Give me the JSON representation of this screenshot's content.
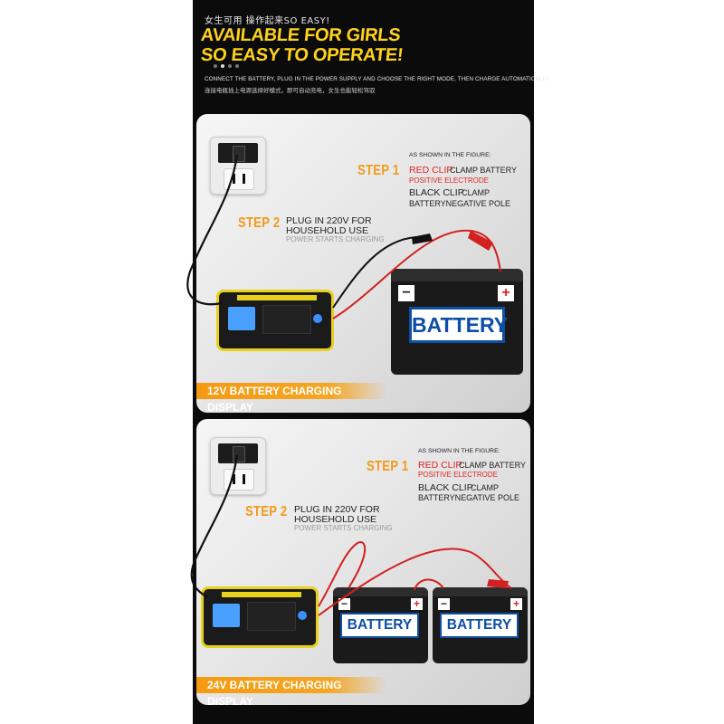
{
  "header": {
    "small_cn": "女生可用 操作起来SO EASY!",
    "headline_1": "AVAILABLE FOR GIRLS",
    "headline_2": "SO EASY TO OPERATE!",
    "instruction_en": "CONNECT THE BATTERY, PLUG IN THE POWER SUPPLY AND CHOOSE THE RIGHT MODE, THEN CHARGE AUTOMATICALLY.",
    "instruction_cn": "连接电瓶插上电源选择好模式，即可自动充电，女生也能轻松驾驭"
  },
  "panel_12v": {
    "step1_label": "STEP 1",
    "as_shown": "AS SHOWN IN THE FIGURE:",
    "red_clip": "RED CLIP",
    "red_clip_rest": "CLAMP BATTERY",
    "positive": "POSITIVE ELECTRODE",
    "black_clip": "BLACK CLIP",
    "black_clip_rest": "CLAMP",
    "negative": "BATTERYNEGATIVE POLE",
    "step2_label": "STEP 2",
    "plug_line1": "PLUG IN 220V FOR",
    "plug_line2": "HOUSEHOLD USE",
    "power_starts": "POWER STARTS CHARGING",
    "battery_label": "BATTERY",
    "minus": "−",
    "plus": "+",
    "banner": "12V BATTERY CHARGING DISPLAY"
  },
  "panel_24v": {
    "step1_label": "STEP 1",
    "as_shown": "AS SHOWN IN THE FIGURE:",
    "red_clip": "RED CLIP",
    "red_clip_rest": "CLAMP BATTERY",
    "positive": "POSITIVE ELECTRODE",
    "black_clip": "BLACK CLIP",
    "black_clip_rest": "CLAMP",
    "negative": "BATTERYNEGATIVE POLE",
    "step2_label": "STEP 2",
    "plug_line1": "PLUG IN 220V FOR",
    "plug_line2": "HOUSEHOLD USE",
    "power_starts": "POWER STARTS CHARGING",
    "battery_label": "BATTERY",
    "minus": "−",
    "plus": "+",
    "banner": "24V BATTERY CHARGING DISPLAY"
  },
  "colors": {
    "accent_yellow": "#ffd21a",
    "step_orange": "#f29a18",
    "clip_red": "#e02424",
    "battery_blue": "#0d4fa6"
  }
}
